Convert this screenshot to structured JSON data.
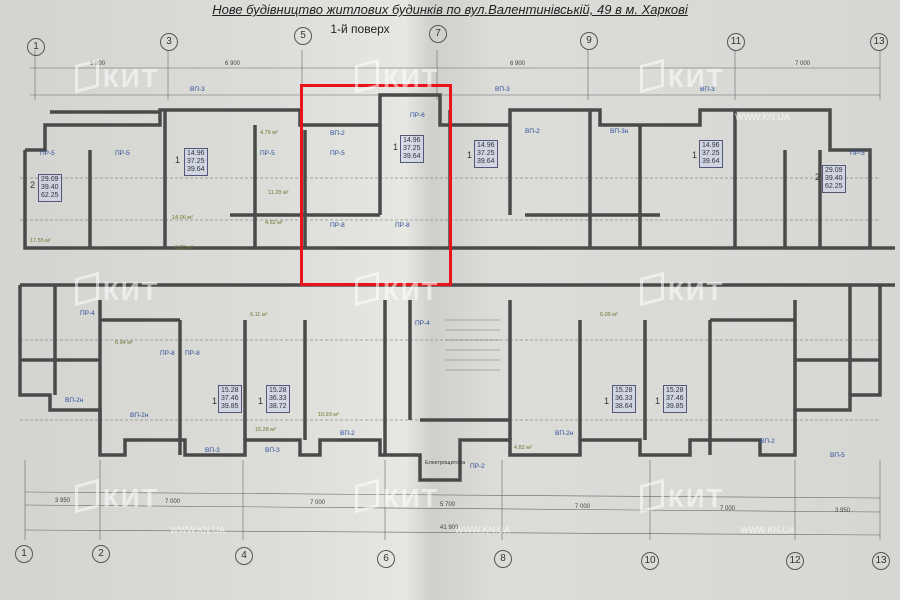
{
  "header": {
    "title": "Нове будівництво житлових будинків по вул.Валентинівській,  49 в м. Харкові",
    "subtitle": "1-й поверх"
  },
  "axes": {
    "top": [
      "1",
      "3",
      "5",
      "7",
      "9",
      "11",
      "13"
    ],
    "bottom": [
      "1",
      "2",
      "4",
      "6",
      "8",
      "10",
      "12",
      "13"
    ]
  },
  "dimensions": {
    "top": [
      "6 900",
      "6 900",
      "6 900",
      "7 000"
    ],
    "bottom": [
      "3 950",
      "7 000",
      "7 000",
      "5 700",
      "7 000",
      "7 000",
      "3 950"
    ],
    "total": "41 900"
  },
  "apartments": [
    {
      "rooms": "2",
      "living": "29.09",
      "total": "39.40",
      "gross": "62.25"
    },
    {
      "rooms": "1",
      "living": "14.96",
      "total": "37.25",
      "gross": "39.64"
    },
    {
      "rooms": "1",
      "living": "14.96",
      "total": "37.25",
      "gross": "39.64"
    },
    {
      "rooms": "1",
      "living": "14.96",
      "total": "37.25",
      "gross": "39.64"
    },
    {
      "rooms": "1",
      "living": "14.96",
      "total": "37.25",
      "gross": "39.64"
    },
    {
      "rooms": "2",
      "living": "29.09",
      "total": "39.40",
      "gross": "62.25"
    },
    {
      "rooms": "1",
      "living": "15.28",
      "total": "37.46",
      "gross": "39.85"
    },
    {
      "rooms": "1",
      "living": "15.28",
      "total": "36.33",
      "gross": "38.72"
    },
    {
      "rooms": "1",
      "living": "15.28",
      "total": "36.33",
      "gross": "38.64"
    },
    {
      "rooms": "1",
      "living": "15.28",
      "total": "37.46",
      "gross": "39.85"
    }
  ],
  "openings": [
    "ВП-3",
    "ПР-5",
    "ВП-2",
    "ПР-6",
    "ПР-8",
    "ПР-4",
    "ВП-2н",
    "ВП-5",
    "ПР-2",
    "ВП-3н"
  ],
  "room_areas": [
    "4.79 м²",
    "11.28 м²",
    "4.62 м²",
    "14.06 м²",
    "6.83 м²",
    "6.11 м²",
    "6.94 м²",
    "10.93 м²",
    "15.28 м²",
    "4.82 м²",
    "6.09 м²",
    "17.55 м²"
  ],
  "service_room": "Електрощитова",
  "watermark": {
    "brand": "КИТ",
    "url": "WWW.KN.UA"
  },
  "highlight_color": "#e8141c"
}
